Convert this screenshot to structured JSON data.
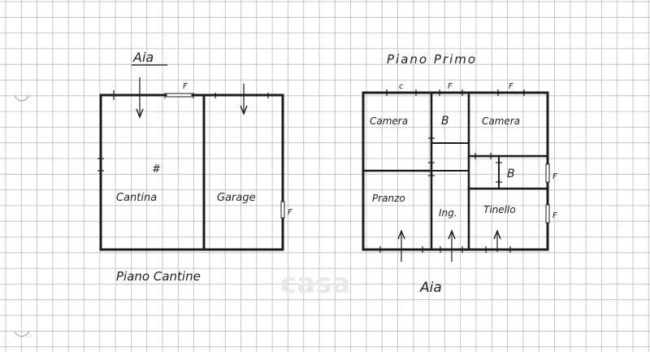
{
  "colors": {
    "paper": "#ffffff",
    "grid": "#b9b9b9",
    "ink": "#1c1c1c"
  },
  "ground_floor": {
    "courtyard_label": "Aia",
    "title": "Piano Cantine",
    "rooms": {
      "cantina": "Cantina",
      "garage": "Garage"
    },
    "window_marks": [
      "F",
      "F"
    ],
    "stair_mark": "#"
  },
  "first_floor": {
    "title": "Piano Primo",
    "courtyard_label": "Aia",
    "rooms": {
      "camera_left": "Camera",
      "bagno_top": "B",
      "camera_right": "Camera",
      "bagno_right": "B",
      "pranzo": "Pranzo",
      "ingresso": "Ing.",
      "tinello": "Tinello"
    },
    "window_marks": [
      "c",
      "F",
      "F",
      "F",
      "F"
    ]
  },
  "watermark": "casa"
}
